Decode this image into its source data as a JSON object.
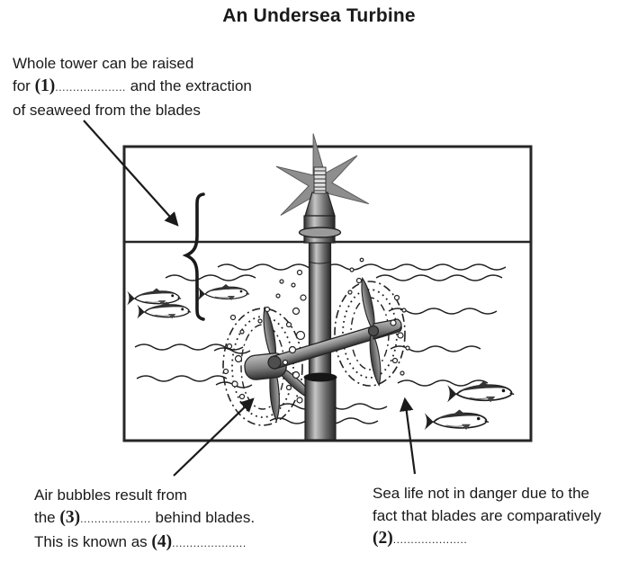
{
  "title": "An Undersea Turbine",
  "colors": {
    "ink": "#1a1a1a",
    "background": "#ffffff",
    "metal_light": "#c6c6c6",
    "metal_dark": "#2e2e2e",
    "star_gray": "#8e8e8e"
  },
  "annotations": {
    "raise": {
      "line1": "Whole tower can be raised",
      "line2_pre": "for ",
      "num": "(1)",
      "dots": "....................",
      "line2_post": " and the extraction",
      "line3": "of seaweed from the blades"
    },
    "bubbles": {
      "line1": "Air bubbles result from",
      "line2_pre": "the ",
      "num": "(3)",
      "dots": "....................",
      "line2_post": " behind blades.",
      "line3_pre": "This is known as ",
      "num4": "(4)",
      "dots4": "....................."
    },
    "sealife": {
      "line1": "Sea life not in danger due to the",
      "line2": "fact that blades are comparatively",
      "num": "(2)",
      "dots": "....................."
    }
  }
}
